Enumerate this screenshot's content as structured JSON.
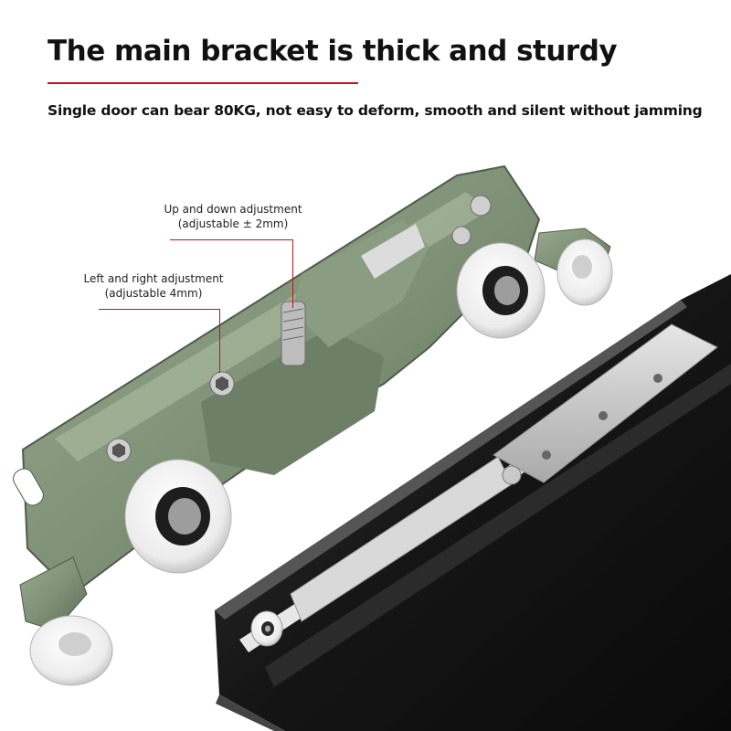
{
  "headline": "The main bracket is thick and sturdy",
  "subline": "Single door can bear 80KG, not easy to deform, smooth and silent without jamming",
  "callouts": {
    "up_down": {
      "title": "Up and down adjustment",
      "detail": "(adjustable ± 2mm)"
    },
    "left_right": {
      "title": "Left and right adjustment",
      "detail": "(adjustable 4mm)"
    }
  },
  "colors": {
    "accent_red": "#c1121f",
    "bracket_green": "#7f9177",
    "track_black": "#1c1c1c",
    "wheel_white": "#f3f3f3"
  }
}
